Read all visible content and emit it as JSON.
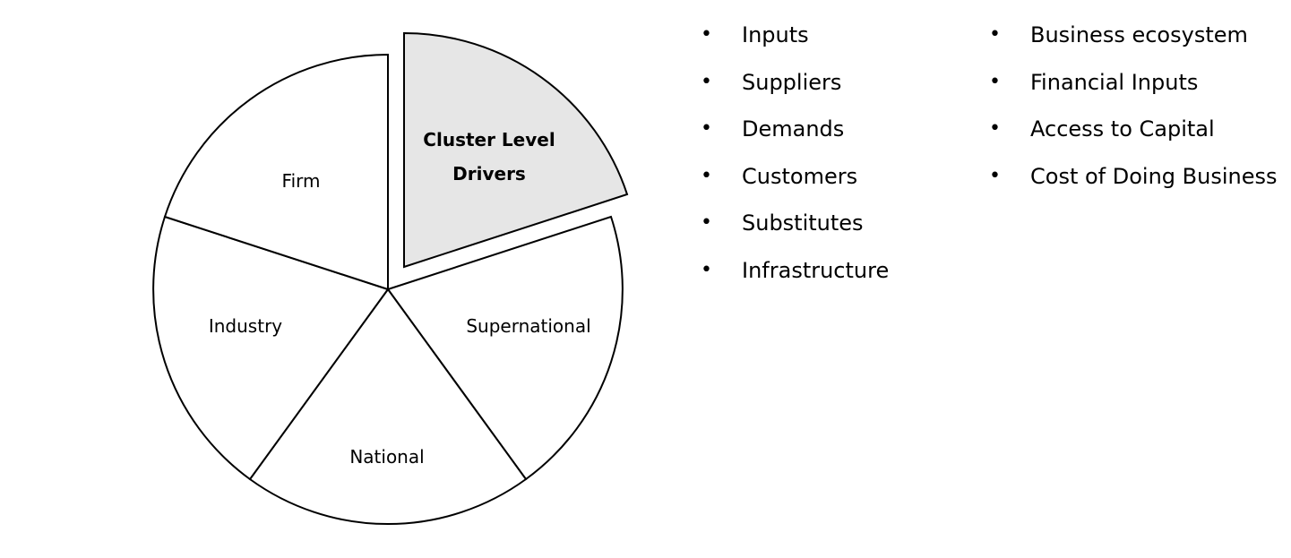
{
  "diagram": {
    "highlight_color": "#e6e6e6",
    "segments": [
      {
        "id": "cluster",
        "label_lines": [
          "Cluster Level",
          "Drivers"
        ],
        "highlighted": true
      },
      {
        "id": "supernational",
        "label_lines": [
          "Supernational"
        ],
        "highlighted": false
      },
      {
        "id": "national",
        "label_lines": [
          "National"
        ],
        "highlighted": false
      },
      {
        "id": "industry",
        "label_lines": [
          "Industry"
        ],
        "highlighted": false
      },
      {
        "id": "firm",
        "label_lines": [
          "Firm"
        ],
        "highlighted": false
      }
    ]
  },
  "bullet_symbol": "•",
  "list_left": [
    "Inputs",
    "Suppliers",
    "Demands",
    "Customers",
    "Substitutes",
    "Infrastructure"
  ],
  "list_right": [
    "Business ecosystem",
    "Financial Inputs",
    "Access to Capital",
    "Cost of Doing Business"
  ]
}
